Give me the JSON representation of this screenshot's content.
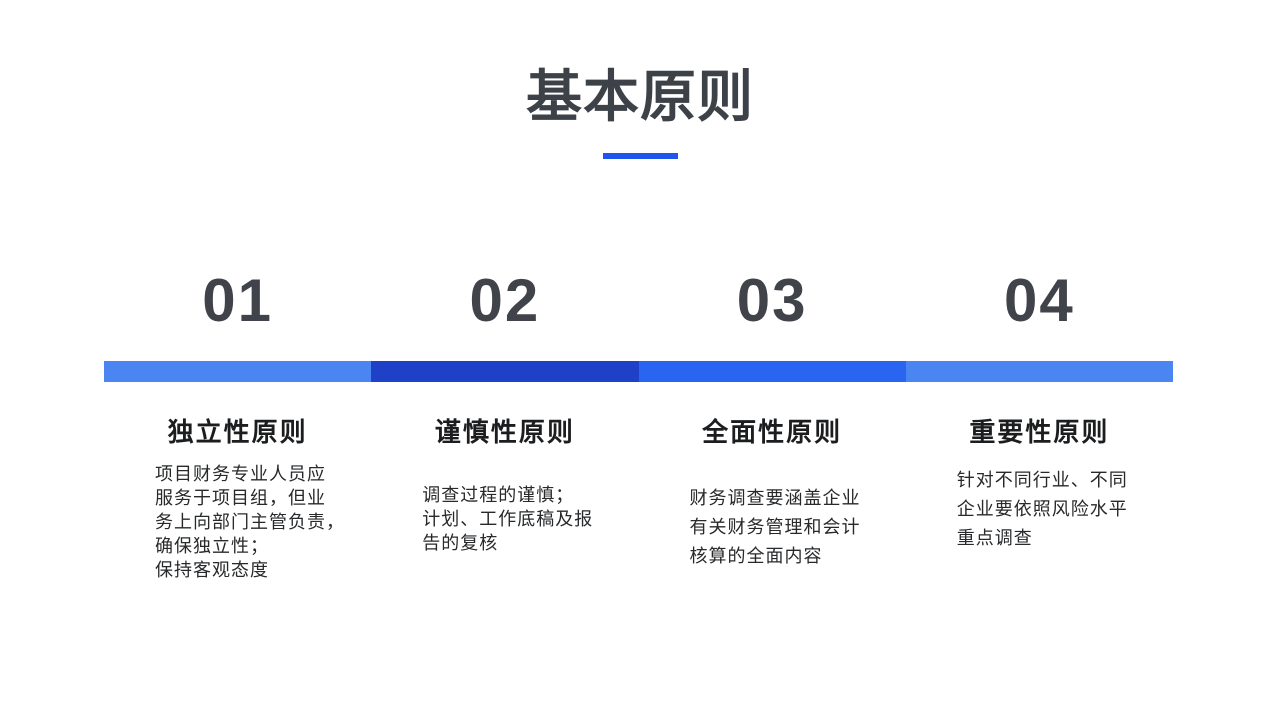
{
  "slide": {
    "title": "基本原则",
    "accent_color": "#1e55ec",
    "title_color": "#3d4248",
    "number_color": "#404349"
  },
  "columns": [
    {
      "number": "01",
      "bar_color": "#4a85f1",
      "heading": "独立性原则",
      "body": "项目财务专业人员应\n服务于项目组，但业\n务上向部门主管负责，\n确保独立性；\n保持客观态度"
    },
    {
      "number": "02",
      "bar_color": "#1f41c7",
      "heading": "谨慎性原则",
      "body": "调查过程的谨慎；\n计划、工作底稿及报\n告的复核"
    },
    {
      "number": "03",
      "bar_color": "#2a65f2",
      "heading": "全面性原则",
      "body": "财务调查要涵盖企业\n有关财务管理和会计\n核算的全面内容"
    },
    {
      "number": "04",
      "bar_color": "#4a85f1",
      "heading": "重要性原则",
      "body": "针对不同行业、不同\n企业要依照风险水平\n重点调查"
    }
  ]
}
